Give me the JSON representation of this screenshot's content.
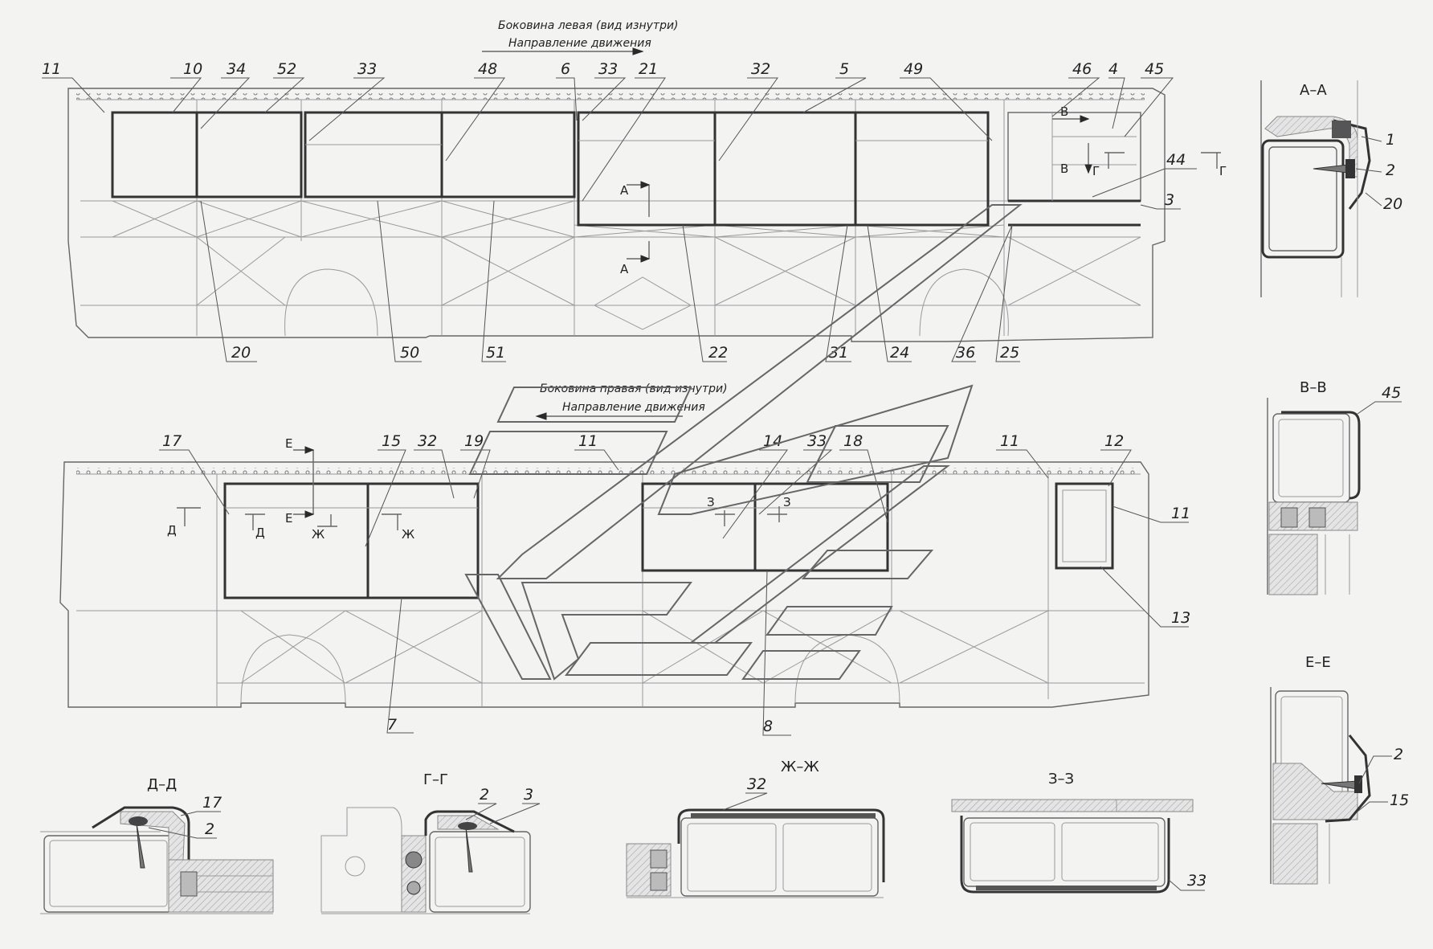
{
  "captions": {
    "left_title": "Боковина левая (вид изнутри)",
    "left_direction": "Направление движения",
    "right_title": "Боковина правая (вид изнутри)",
    "right_direction": "Направление движения"
  },
  "left_callouts": [
    "11",
    "10",
    "34",
    "52",
    "33",
    "48",
    "6",
    "33",
    "21",
    "32",
    "5",
    "49",
    "46",
    "4",
    "45",
    "44",
    "3",
    "20",
    "50",
    "51",
    "22",
    "31",
    "24",
    "36",
    "25"
  ],
  "right_callouts": [
    "17",
    "15",
    "32",
    "19",
    "11",
    "14",
    "33",
    "18",
    "11",
    "12",
    "11",
    "13",
    "7",
    "8"
  ],
  "sections": {
    "aa": "А–А",
    "vv": "В–В",
    "ee": "Е–Е",
    "dd": "Д–Д",
    "gg": "Г–Г",
    "zhzh": "Ж–Ж",
    "zz": "З–З"
  },
  "section_callouts": {
    "aa": [
      "1",
      "2",
      "20"
    ],
    "vv": [
      "45"
    ],
    "ee": [
      "2",
      "15"
    ],
    "dd": [
      "17",
      "2"
    ],
    "gg": [
      "2",
      "3"
    ],
    "zhzh": [
      "32"
    ],
    "zz": [
      "33"
    ]
  },
  "view_marks": [
    "А",
    "А",
    "В",
    "В",
    "Г",
    "Г",
    "Д",
    "Д",
    "Е",
    "Е",
    "Ж",
    "Ж",
    "З",
    "З"
  ],
  "colors": {
    "background": "#f3f3f1",
    "line": "#333333",
    "light_line": "#9a9a9a"
  }
}
